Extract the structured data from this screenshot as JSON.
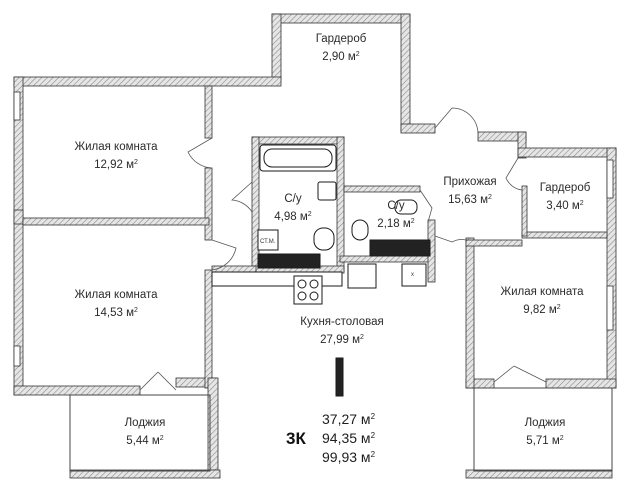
{
  "rooms": [
    {
      "id": "wardrobe-top",
      "label": "Гардероб",
      "area": "2,90",
      "unit": "м"
    },
    {
      "id": "living-1",
      "label": "Жилая комната",
      "area": "12,92",
      "unit": "м"
    },
    {
      "id": "bath-1",
      "label": "С/у",
      "area": "4,98",
      "unit": "м"
    },
    {
      "id": "bath-2",
      "label": "С/у",
      "area": "2,18",
      "unit": "м"
    },
    {
      "id": "hallway",
      "label": "Прихожая",
      "area": "15,63",
      "unit": "м"
    },
    {
      "id": "wardrobe-right",
      "label": "Гардероб",
      "area": "3,40",
      "unit": "м"
    },
    {
      "id": "living-2",
      "label": "Жилая комната",
      "area": "14,53",
      "unit": "м"
    },
    {
      "id": "kitchen",
      "label": "Кухня-столовая",
      "area": "27,99",
      "unit": "м"
    },
    {
      "id": "living-3",
      "label": "Жилая комната",
      "area": "9,82",
      "unit": "м"
    },
    {
      "id": "loggia-1",
      "label": "Лоджия",
      "area": "5,44",
      "unit": "м"
    },
    {
      "id": "loggia-2",
      "label": "Лоджия",
      "area": "5,71",
      "unit": "м"
    }
  ],
  "superscript": "2",
  "apartment_type": "3К",
  "totals": [
    {
      "value": "37,27",
      "unit": "м"
    },
    {
      "value": "94,35",
      "unit": "м"
    },
    {
      "value": "99,93",
      "unit": "м"
    }
  ],
  "fixture_labels": {
    "washer": "СТ.М.",
    "fridge": "х"
  },
  "colors": {
    "wall_fill": "#8a8a8a",
    "wall_stroke": "#333333",
    "line": "#444444",
    "fixture": "#1a1a1a"
  }
}
